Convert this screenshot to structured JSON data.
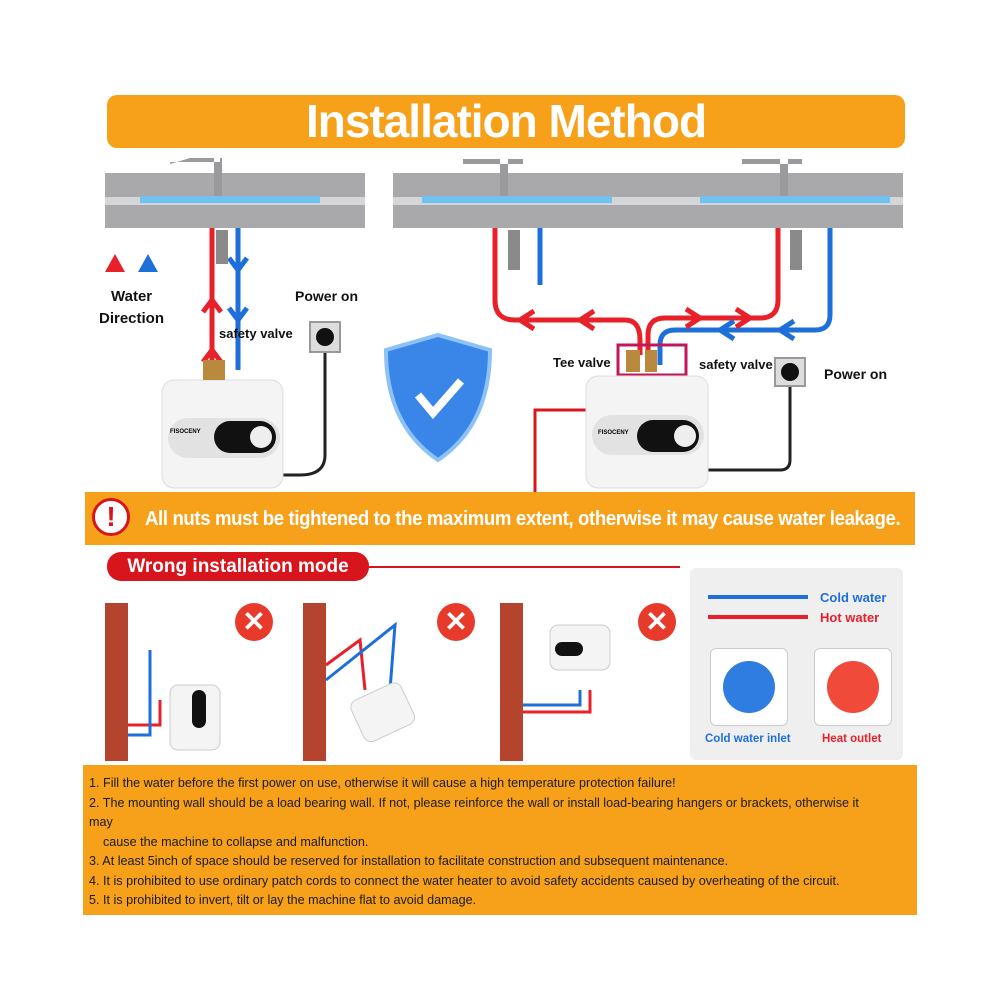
{
  "title": "Installation Method",
  "left_diagram": {
    "water_direction": [
      "Water",
      "Direction"
    ],
    "safety_valve": "safety valve",
    "power_on": "Power on",
    "brand": "FISOCENY"
  },
  "right_diagram": {
    "tee_valve": "Tee valve",
    "safety_valve": "safety valve",
    "power_on": "Power on",
    "brand": "FISOCENY"
  },
  "warning": "All nuts must be tightened to the maximum extent, otherwise it may cause water leakage.",
  "wrong_installation": "Wrong installation mode",
  "legend": {
    "cold_water": "Cold water",
    "hot_water": "Hot water",
    "cold_inlet": "Cold water inlet",
    "heat_outlet": "Heat outlet"
  },
  "colors": {
    "orange": "#F7A11A",
    "red": "#D8141D",
    "hot": "#E8202A",
    "cold": "#1E6FD9"
  },
  "notes": [
    "1. Fill the water before the first power on use, otherwise it will cause a high temperature protection failure!",
    "2. The mounting wall should be a load bearing wall. If not, please reinforce the wall or install load-bearing hangers or brackets, otherwise it",
    "may",
    "    cause the machine to collapse and malfunction.",
    "3. At least 5inch of space should be reserved for installation to facilitate construction and subsequent maintenance.",
    "4. It is prohibited to use ordinary patch cords to connect the water heater to avoid safety accidents caused by overheating of the circuit.",
    "5. It is prohibited to invert, tilt or lay the machine flat to avoid damage."
  ]
}
